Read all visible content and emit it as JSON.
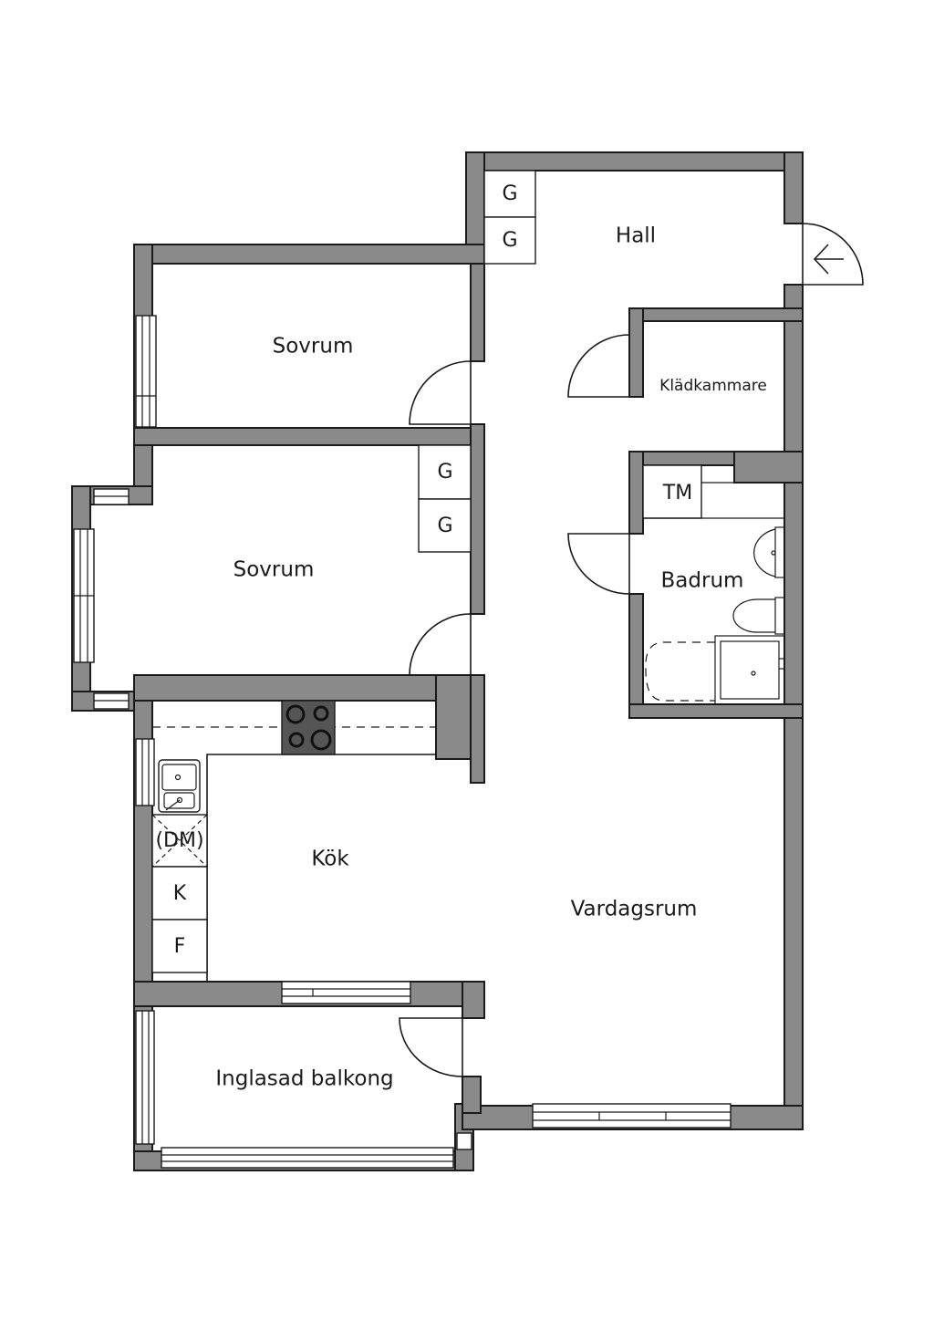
{
  "rooms": {
    "hall": "Hall",
    "sovrum_top": "Sovrum",
    "sovrum_mid": "Sovrum",
    "kladkammare": "Klädkammare",
    "badrum": "Badrum",
    "kok": "Kök",
    "vardagsrum": "Vardagsrum",
    "balkong": "Inglasad balkong"
  },
  "fixtures": {
    "wardrobe_hall_1": "G",
    "wardrobe_hall_2": "G",
    "wardrobe_sov_1": "G",
    "wardrobe_sov_2": "G",
    "washer": "TM",
    "dishwasher": "(DM)",
    "fridge": "K",
    "freezer": "F"
  },
  "icons": {
    "entrance": "arrow-left-icon",
    "stove": "stove-icon",
    "sink": "sink-icon",
    "toilet": "toilet-icon",
    "shower": "shower-icon",
    "bathtub": "bathtub-icon"
  },
  "colors": {
    "wall": "#8a8a8a",
    "line": "#1a1a1a",
    "stove": "#555555"
  }
}
